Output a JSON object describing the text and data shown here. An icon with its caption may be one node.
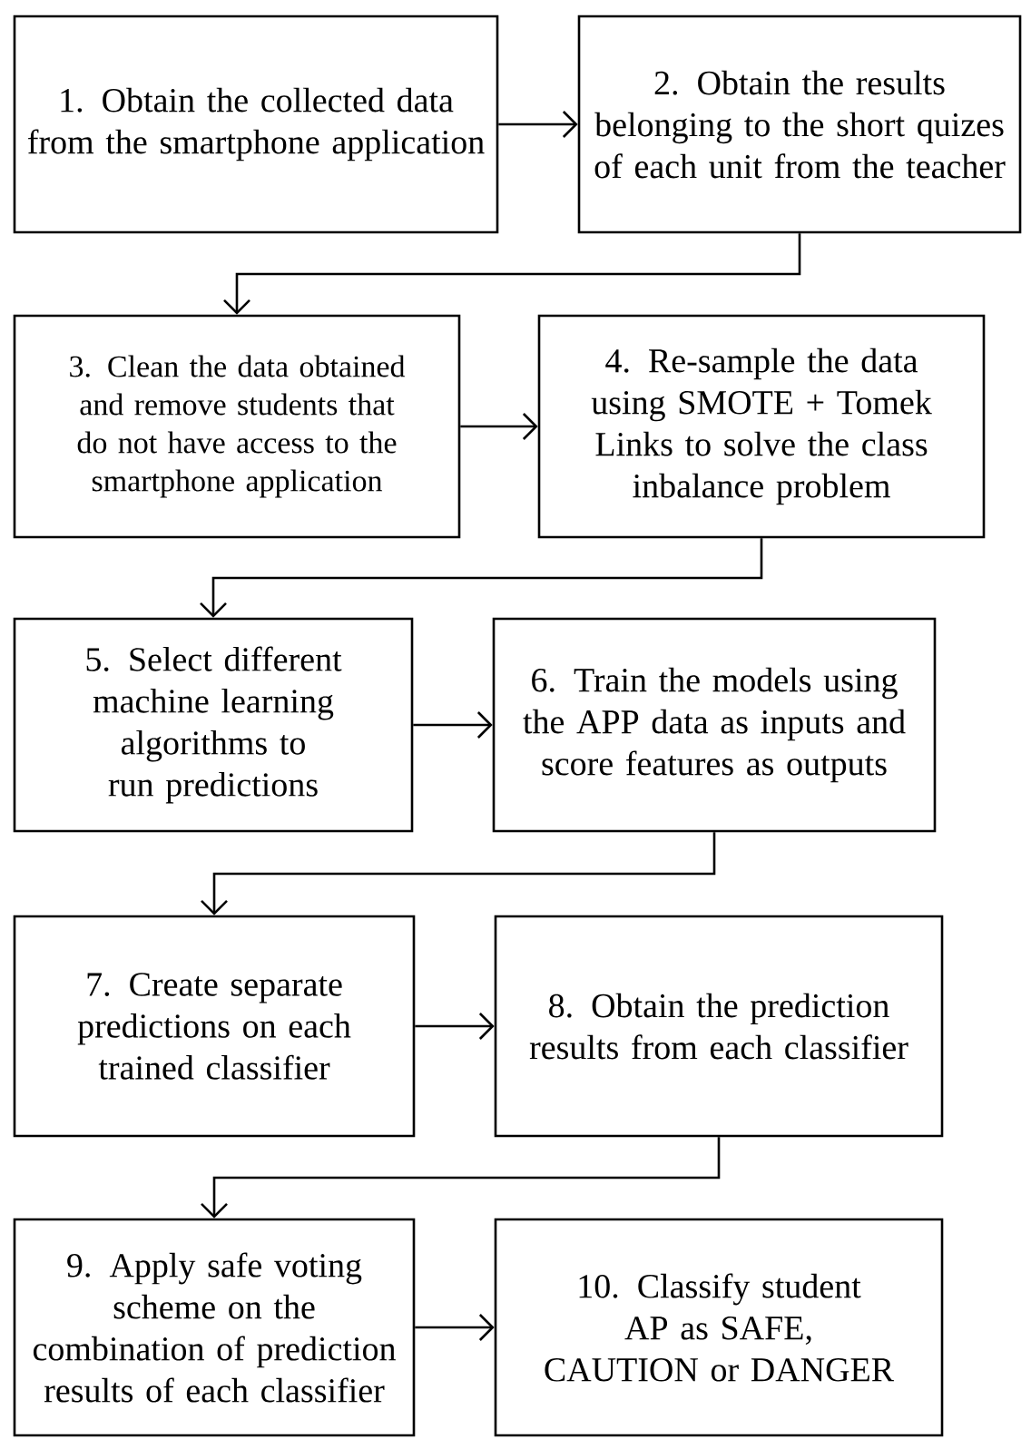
{
  "diagram": {
    "nodes": [
      {
        "text": [
          "1. Obtain the collected data from the smartphone application"
        ]
      },
      {
        "text": [
          "2. Obtain the results belonging to the short quizes of each unit from the teacher"
        ]
      },
      {
        "text": [
          "3. Clean the data obtained and remove students that do not have access to the smartphone application"
        ]
      },
      {
        "text": [
          "4. Re-sample the data using SMOTE + Tomek Links to solve the class inbalance problem"
        ]
      },
      {
        "text": [
          "5. Select different machine learning algorithms to run predictions"
        ]
      },
      {
        "text": [
          "6. Train the models using the APP data as inputs and score features as outputs"
        ]
      },
      {
        "text": [
          "7. Create separate predictions on each trained classifier"
        ]
      },
      {
        "text": [
          "8. Obtain the prediction results from each classifier"
        ]
      },
      {
        "text": [
          "9. Apply safe voting scheme on the combination of prediction results of each classifier"
        ]
      },
      {
        "text": [
          "10. Classify student AP as SAFE, CAUTION or DANGER"
        ]
      }
    ],
    "edges": [
      {
        "from": 0,
        "to": 1,
        "arrow": "to"
      },
      {
        "from": 1,
        "to": 2,
        "arrow": "to"
      },
      {
        "from": 2,
        "to": 3,
        "arrow": "to"
      },
      {
        "from": 3,
        "to": 4,
        "arrow": "to"
      },
      {
        "from": 4,
        "to": 5,
        "arrow": "to"
      },
      {
        "from": 5,
        "to": 6,
        "arrow": "to"
      },
      {
        "from": 6,
        "to": 7,
        "arrow": "to"
      },
      {
        "from": 7,
        "to": 8,
        "arrow": "to"
      },
      {
        "from": 8,
        "to": 9,
        "arrow": "to"
      }
    ]
  }
}
